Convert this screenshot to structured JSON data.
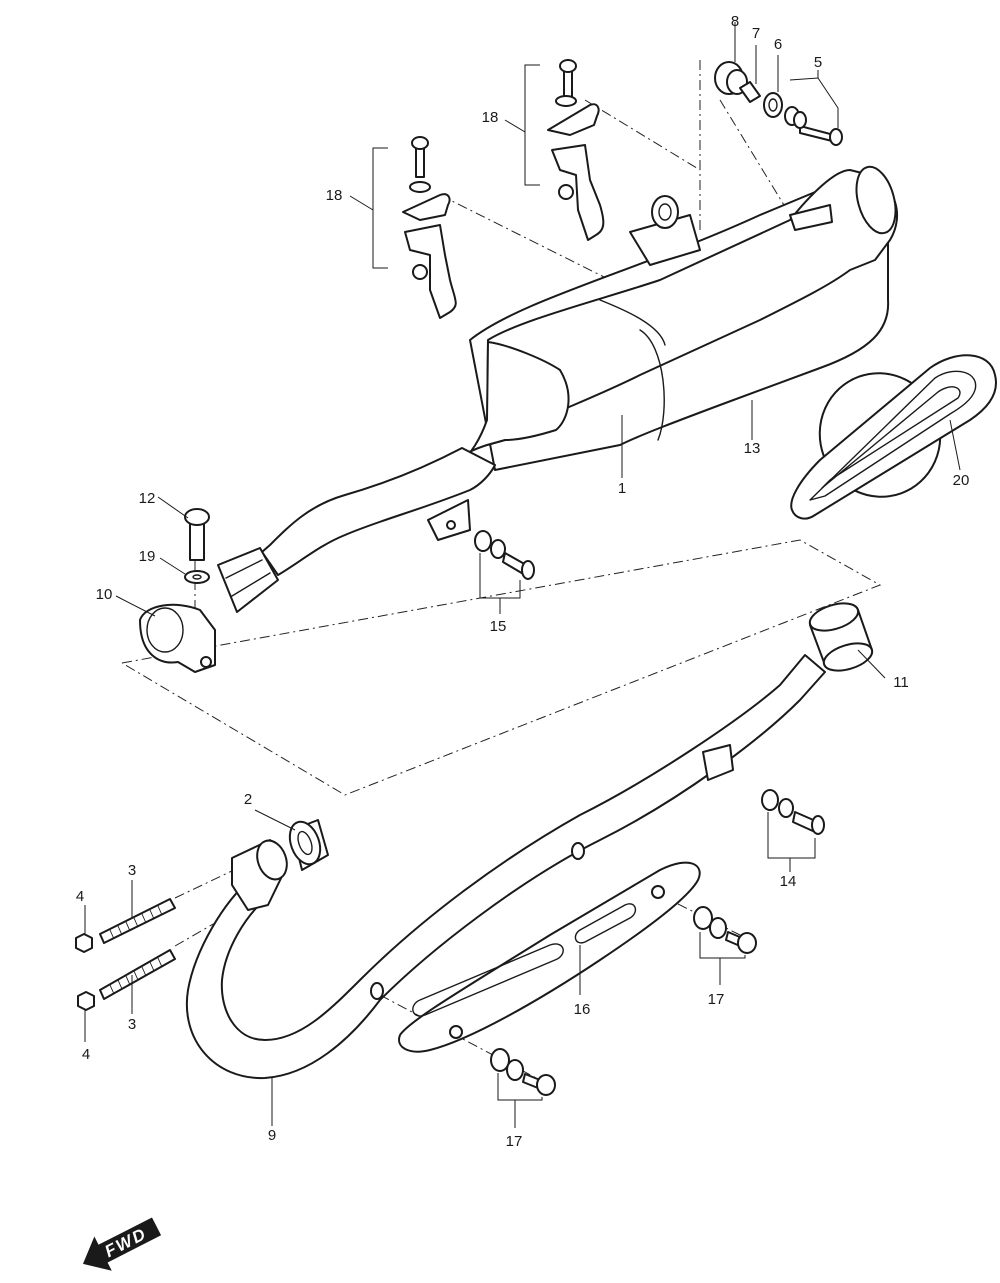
{
  "diagram": {
    "callouts": [
      "1",
      "2",
      "3",
      "3",
      "4",
      "4",
      "5",
      "6",
      "7",
      "8",
      "9",
      "10",
      "11",
      "12",
      "13",
      "14",
      "15",
      "16",
      "17",
      "17",
      "18",
      "18",
      "19",
      "20"
    ],
    "fwd_label": "FWD"
  }
}
